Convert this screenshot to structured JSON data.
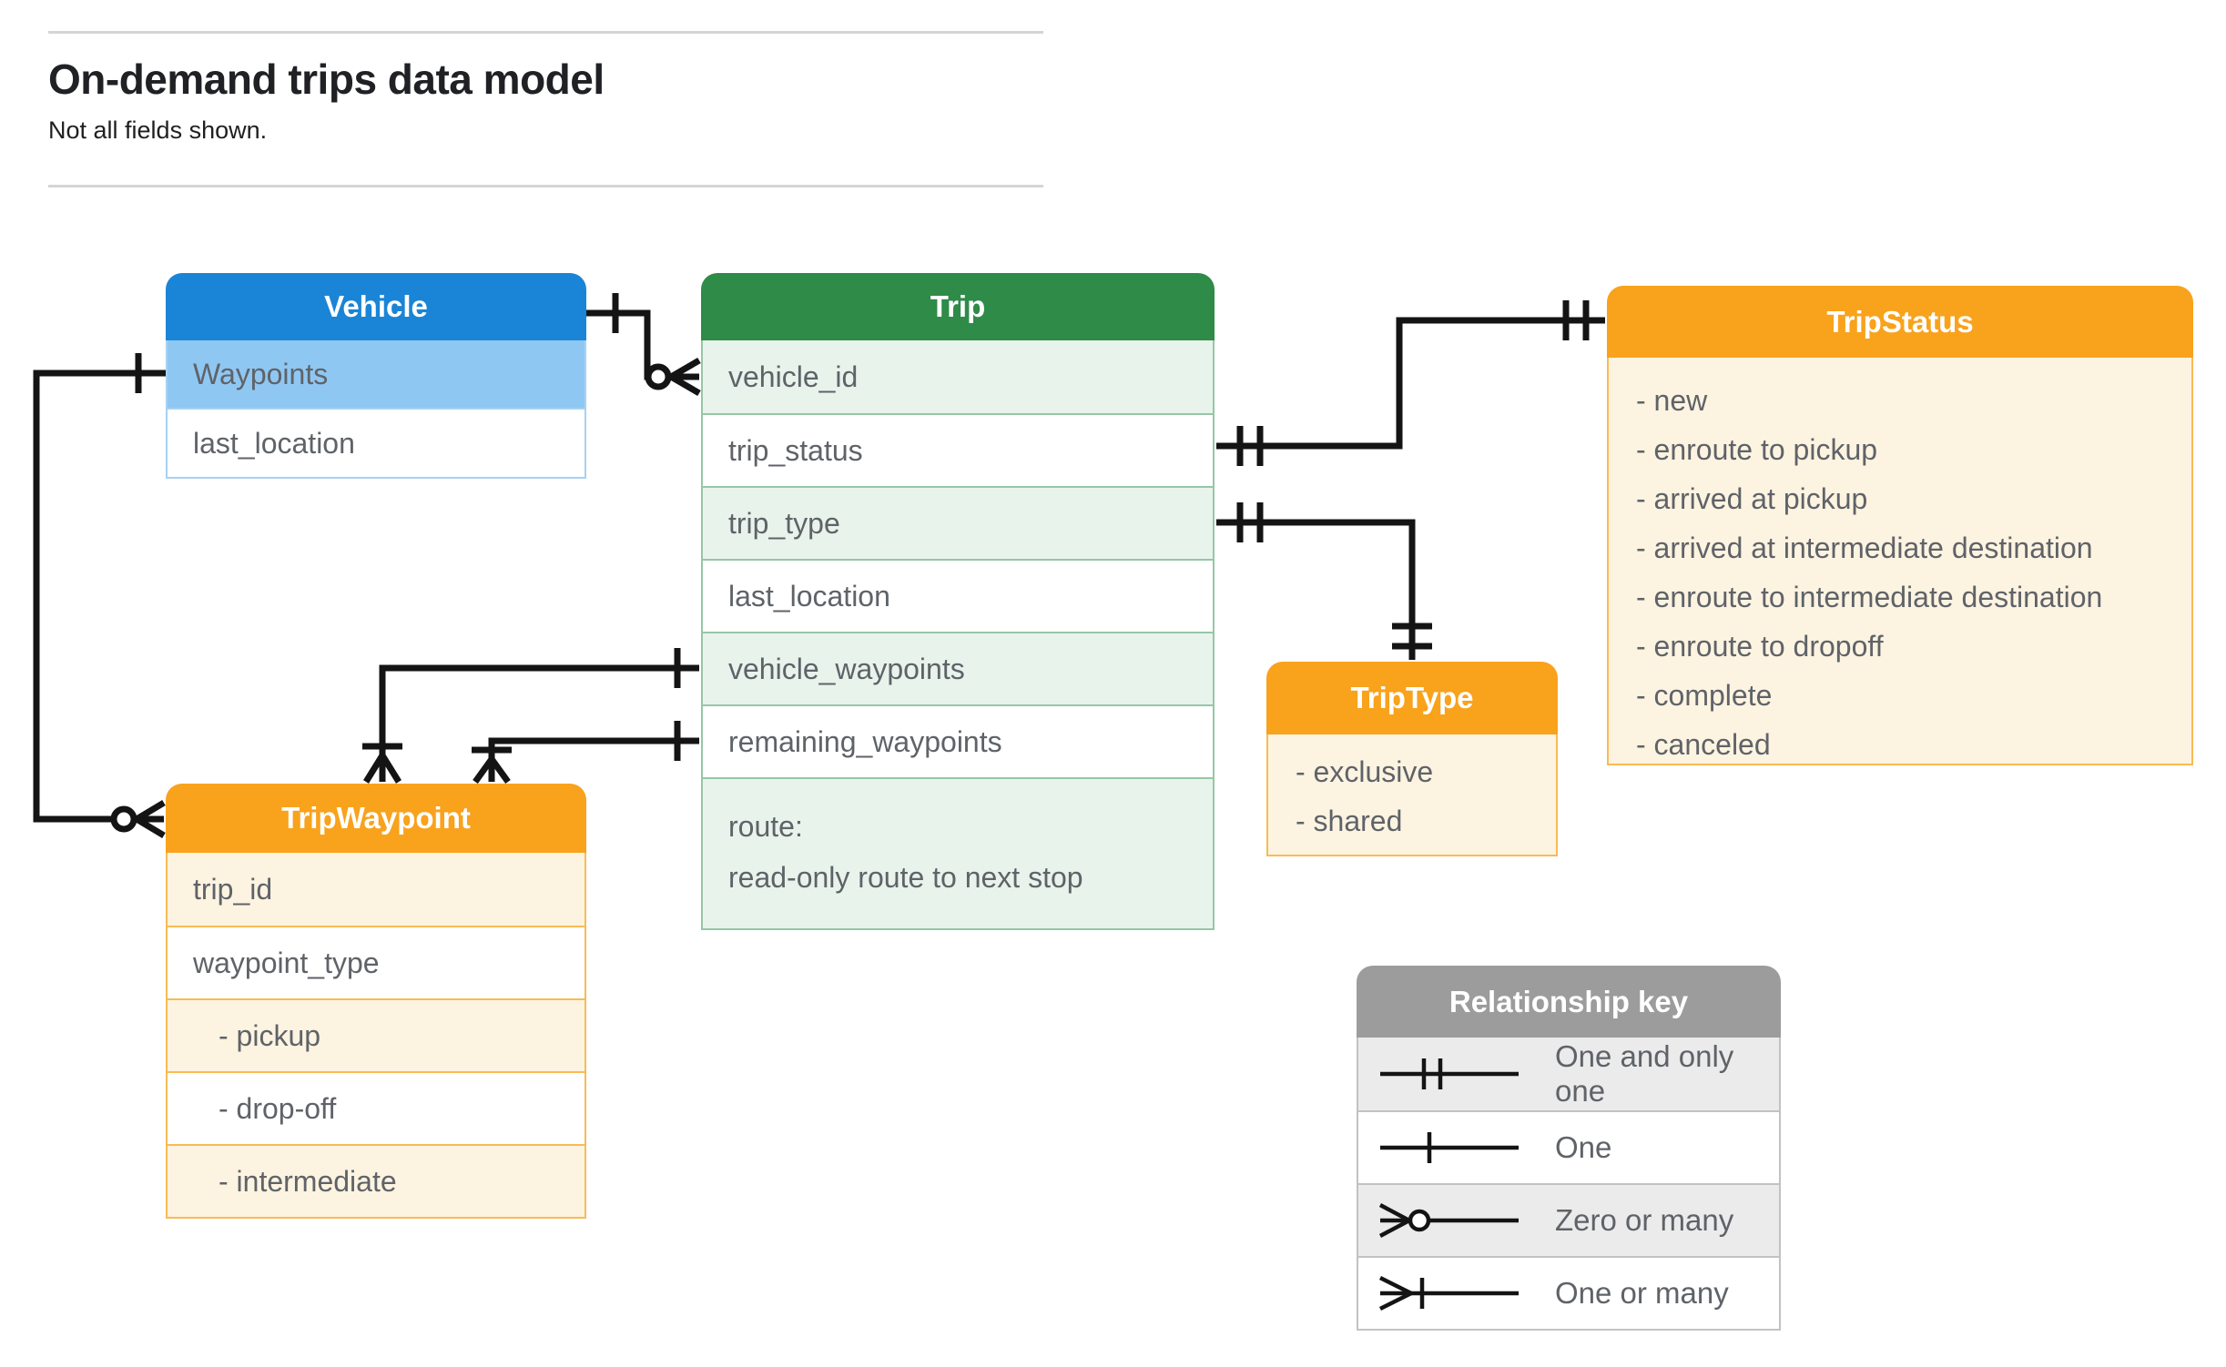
{
  "page": {
    "title": "On-demand trips data model",
    "subtitle": "Not all fields shown."
  },
  "colors": {
    "blue_header": "#1a85d6",
    "blue_highlight": "#8fc7f3",
    "green_header": "#2e8b48",
    "green_row": "#e8f3ec",
    "orange_header": "#f9a21c",
    "orange_row": "#fdf3e1",
    "gray_header": "#9c9c9c",
    "gray_row": "#ebebeb",
    "text": "#5f6368",
    "line": "#141414"
  },
  "tables": {
    "vehicle": {
      "title": "Vehicle",
      "rows": [
        {
          "label": "Waypoints"
        },
        {
          "label": "last_location"
        }
      ]
    },
    "trip": {
      "title": "Trip",
      "rows": [
        {
          "label": "vehicle_id"
        },
        {
          "label": "trip_status"
        },
        {
          "label": "trip_type"
        },
        {
          "label": "last_location"
        },
        {
          "label": "vehicle_waypoints"
        },
        {
          "label": "remaining_waypoints"
        },
        {
          "label": "route:",
          "note": "read-only route to next stop"
        }
      ]
    },
    "trip_status": {
      "title": "TripStatus",
      "items": [
        "- new",
        "- enroute to pickup",
        "- arrived at pickup",
        "- arrived at intermediate destination",
        "- enroute to intermediate destination",
        "- enroute to dropoff",
        "- complete",
        "- canceled"
      ]
    },
    "trip_type": {
      "title": "TripType",
      "items": [
        "- exclusive",
        "- shared"
      ]
    },
    "trip_waypoint": {
      "title": "TripWaypoint",
      "rows": [
        {
          "label": "trip_id"
        },
        {
          "label": "waypoint_type"
        },
        {
          "label": "- pickup"
        },
        {
          "label": "- drop-off"
        },
        {
          "label": "- intermediate"
        }
      ]
    }
  },
  "legend": {
    "title": "Relationship key",
    "rows": [
      {
        "symbol": "one-and-only-one",
        "label": "One and only one"
      },
      {
        "symbol": "one",
        "label": "One"
      },
      {
        "symbol": "zero-or-many",
        "label": "Zero or many"
      },
      {
        "symbol": "one-or-many",
        "label": "One or many"
      }
    ]
  }
}
